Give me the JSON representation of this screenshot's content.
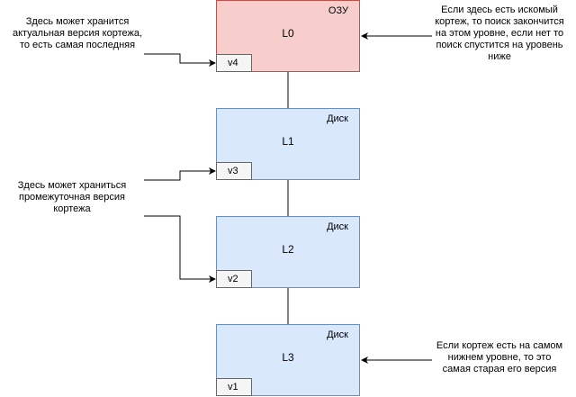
{
  "levels": [
    {
      "name": "L0",
      "storage": "ОЗУ",
      "version": "v4"
    },
    {
      "name": "L1",
      "storage": "Диск",
      "version": "v3"
    },
    {
      "name": "L2",
      "storage": "Диск",
      "version": "v2"
    },
    {
      "name": "L3",
      "storage": "Диск",
      "version": "v1"
    }
  ],
  "notes": {
    "latest_version": [
      "Здесь может хранится",
      "актуальная версия кортежа,",
      "то есть самая последняя"
    ],
    "search_stop": [
      "Если здесь есть искомый",
      "кортеж, то поиск закончится",
      "на этом уровне, если нет то",
      "поиск спустится на уровень",
      "ниже"
    ],
    "intermediate_version": [
      "Здесь может храниться",
      "промежуточная версия",
      "кортежа"
    ],
    "oldest_version": [
      "Если кортеж есть на самом",
      "нижнем уровне, то это",
      "самая старая его версия"
    ]
  },
  "colors": {
    "ram_fill": "#f8cecc",
    "ram_border": "#b85450",
    "disk_fill": "#dae8fc",
    "disk_border": "#6c8ebf",
    "version_fill": "#f5f5f5",
    "version_border": "#666666"
  }
}
